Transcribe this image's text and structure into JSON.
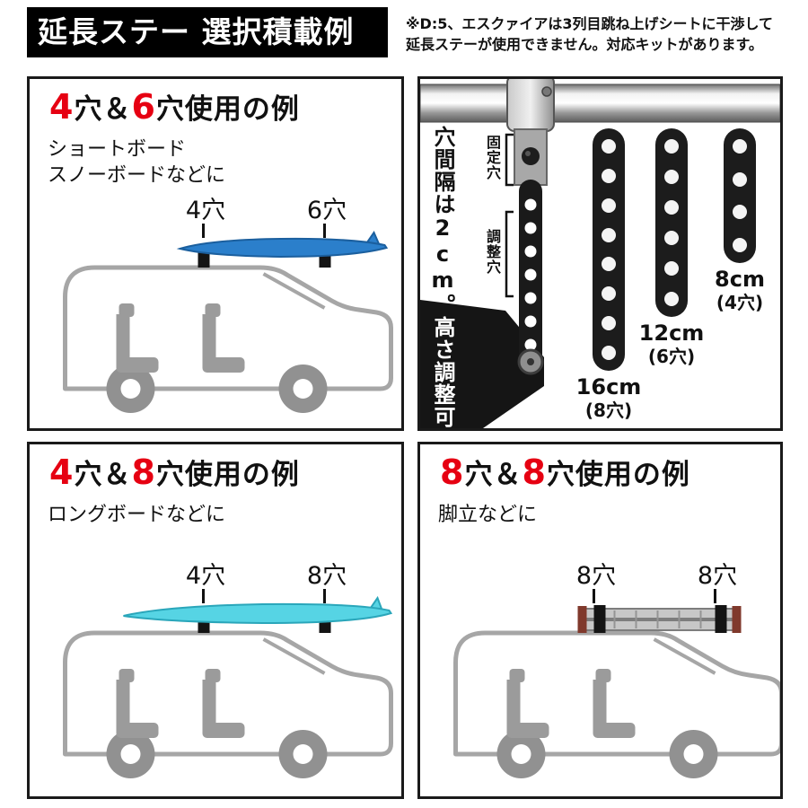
{
  "header": {
    "title": "延長ステー 選択積載例",
    "note_line1": "※D:5、エスクァイアは3列目跳ね上げシートに干渉して",
    "note_line2": "延長ステーが使用できません。対応キットがあります。"
  },
  "panel_short": {
    "t_num1": "4",
    "t_mid": "穴＆",
    "t_num2": "6",
    "t_tail": "穴使用の例",
    "subtitle1": "ショートボード",
    "subtitle2": "スノーボードなどに",
    "hole_left": "4穴",
    "hole_right": "6穴"
  },
  "panel_parts": {
    "vertical_black": "穴間隔は2cm。",
    "vertical_white": "高さ調整可",
    "fixed_hole": "固定穴",
    "adjust_hole": "調整穴",
    "stays": [
      {
        "size": "16cm",
        "holes": "(8穴)"
      },
      {
        "size": "12cm",
        "holes": "(6穴)"
      },
      {
        "size": "8cm",
        "holes": "(4穴)"
      }
    ]
  },
  "panel_long": {
    "t_num1": "4",
    "t_mid": "穴＆",
    "t_num2": "8",
    "t_tail": "穴使用の例",
    "subtitle1": "ロングボードなどに",
    "hole_left": "4穴",
    "hole_right": "8穴"
  },
  "panel_ladder": {
    "t_num1": "8",
    "t_mid": "穴＆",
    "t_num2": "8",
    "t_tail": "穴使用の例",
    "subtitle1": "脚立などに",
    "hole_left": "8穴",
    "hole_right": "8穴"
  },
  "colors": {
    "accent_red": "#e60012",
    "shortboard_blue": "#2b7fcb",
    "longboard_cyan": "#56d4e4",
    "stay_black": "#1c1c1c"
  }
}
